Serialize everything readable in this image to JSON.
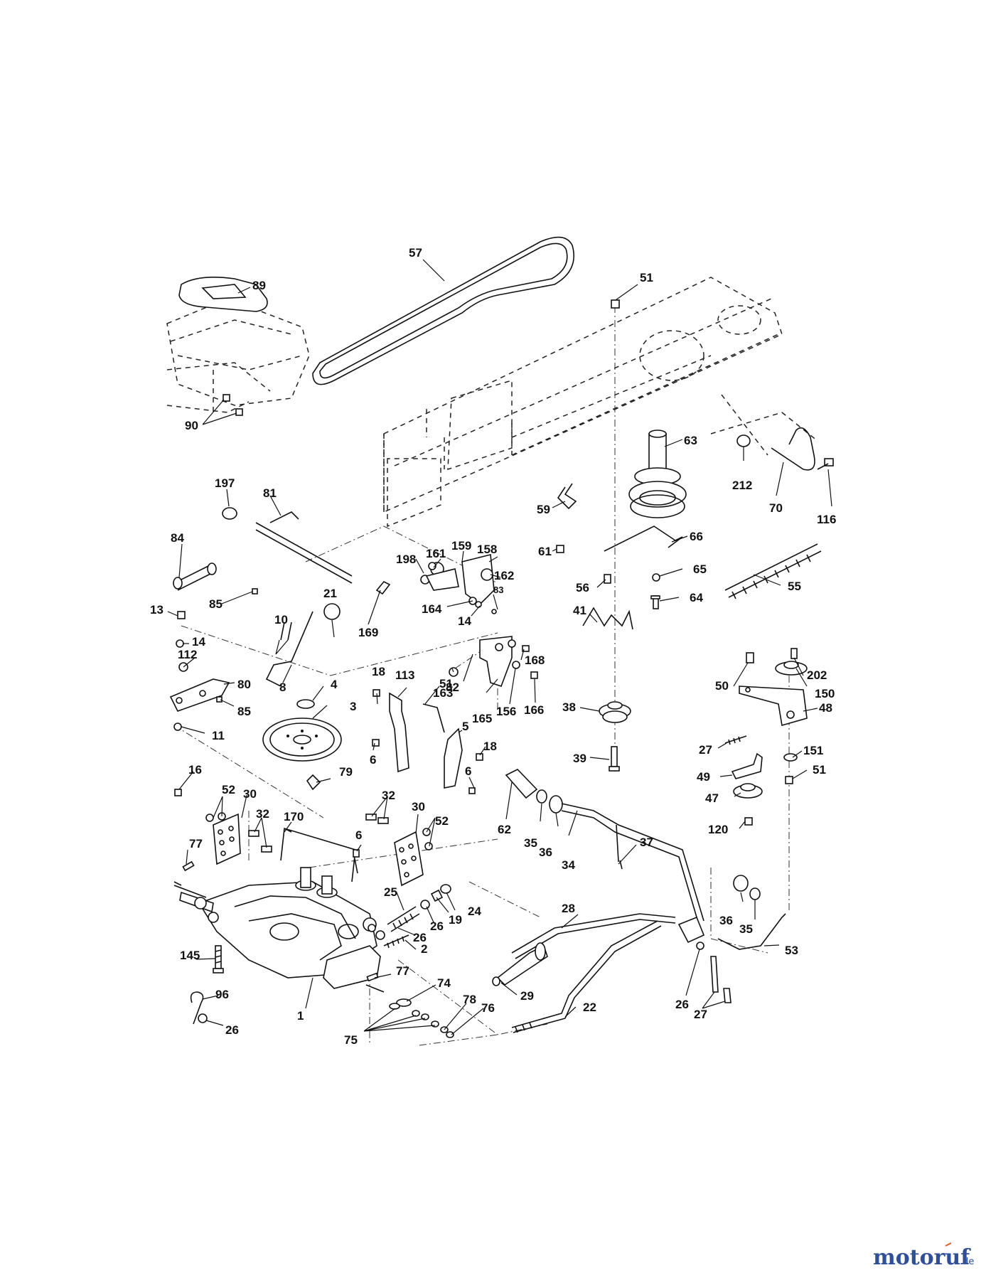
{
  "labels": {
    "l57": "57",
    "l89": "89",
    "l90": "90",
    "l51a": "51",
    "l63": "63",
    "l212": "212",
    "l70": "70",
    "l116": "116",
    "l59": "59",
    "l61": "61",
    "l66": "66",
    "l197": "197",
    "l81": "81",
    "l84": "84",
    "l85a": "85",
    "l198": "198",
    "l161": "161",
    "l159": "159",
    "l158": "158",
    "l162": "162",
    "l65": "65",
    "l56": "56",
    "l64": "64",
    "l55": "55",
    "l21": "21",
    "l169": "169",
    "l164": "164",
    "l14a": "14",
    "l83": "83",
    "l41": "41",
    "l13": "13",
    "l10": "10",
    "l14b": "14",
    "l112": "112",
    "l80": "80",
    "l85b": "85",
    "l8": "8",
    "l4": "4",
    "l163": "163",
    "l168": "168",
    "l82": "82",
    "l165": "165",
    "l156": "156",
    "l166": "166",
    "l18a": "18",
    "l113": "113",
    "l51b": "51",
    "l11": "11",
    "l3": "3",
    "l5": "5",
    "l6a": "6",
    "l18b": "18",
    "l38": "38",
    "l50": "50",
    "l202": "202",
    "l150": "150",
    "l48": "48",
    "l27a": "27",
    "l151": "151",
    "l39": "39",
    "l49": "49",
    "l51c": "51",
    "l47": "47",
    "l120": "120",
    "l16": "16",
    "l79": "79",
    "l6b": "6",
    "l52a": "52",
    "l30a": "30",
    "l32a": "32",
    "l32b": "32",
    "l30b": "30",
    "l170": "170",
    "l52b": "52",
    "l6c": "6",
    "l62": "62",
    "l35a": "35",
    "l36a": "36",
    "l34": "34",
    "l37": "37",
    "l77a": "77",
    "l25": "25",
    "l24": "24",
    "l26a": "26",
    "l19": "19",
    "l26b": "26",
    "l28": "28",
    "l36b": "36",
    "l35b": "35",
    "l53": "53",
    "l2": "2",
    "l145": "145",
    "l77b": "77",
    "l74": "74",
    "l29": "29",
    "l22": "22",
    "l26c": "26",
    "l27b": "27",
    "l96": "96",
    "l1": "1",
    "l78": "78",
    "l76": "76",
    "l75": "75",
    "l26d": "26"
  },
  "watermark": {
    "brand": "motoruf",
    "suffix": ".de",
    "brand_color": "#2e4f9e",
    "accent_color": "#e05a2a"
  }
}
